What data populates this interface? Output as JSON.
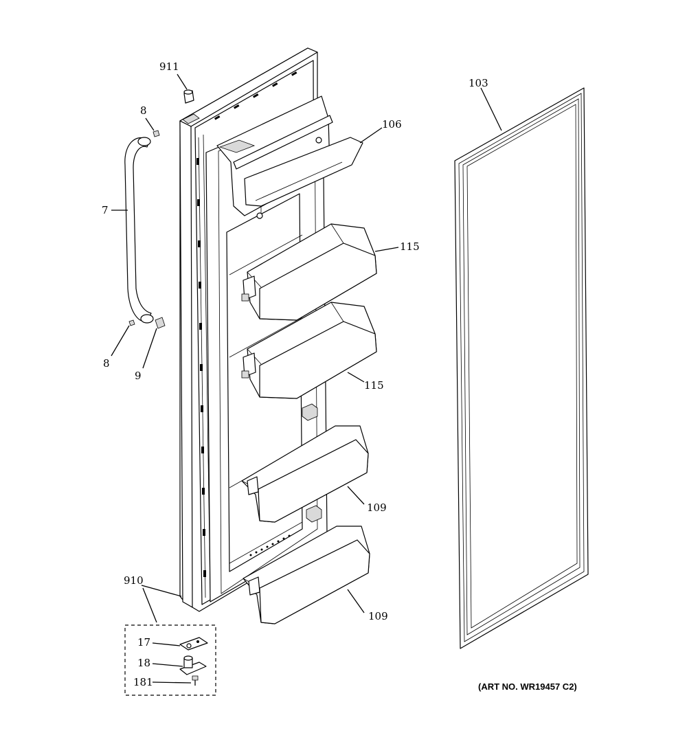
{
  "diagram": {
    "art_number": "(ART NO. WR19457 C2)",
    "callouts": {
      "c911": "911",
      "c8_top": "8",
      "c7": "7",
      "c8_bottom": "8",
      "c9": "9",
      "c106": "106",
      "c115_top": "115",
      "c115_bottom": "115",
      "c109_top": "109",
      "c109_bottom": "109",
      "c103": "103",
      "c910": "910",
      "c17": "17",
      "c18": "18",
      "c181": "181"
    }
  }
}
